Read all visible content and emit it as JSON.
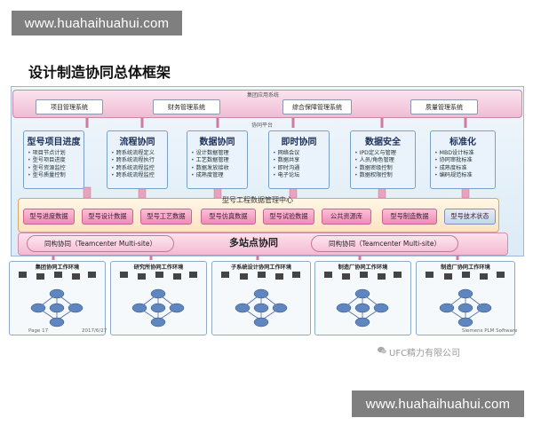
{
  "watermark": {
    "top": "www.huahaihuahui.com",
    "bottom": "www.huahaihuahui.com"
  },
  "title": "设计制造协同总体框架",
  "system_band": {
    "label": "集团应用系统",
    "buttons": [
      "项目管理系统",
      "财务管理系统",
      "综合保障管理系统",
      "质量管理系统"
    ]
  },
  "platform_label": "协同平台",
  "modules": [
    {
      "title": "型号项目进度",
      "items": [
        "项目节点计划",
        "型号项目进度",
        "型号资源监控",
        "型号质量控制"
      ]
    },
    {
      "title": "流程协同",
      "items": [
        "跨系统流程定义",
        "跨系统流程执行",
        "跨系统流程监控",
        "跨系统流程监控"
      ]
    },
    {
      "title": "数据协同",
      "items": [
        "设计数据管理",
        "工艺数据管理",
        "数据发放接收",
        "成熟度管理"
      ]
    },
    {
      "title": "即时协同",
      "items": [
        "网络会议",
        "数据共享",
        "即时沟通",
        "电子论坛"
      ]
    },
    {
      "title": "数据安全",
      "items": [
        "IPD定义与管理",
        "人员/角色管理",
        "数据密级控制",
        "数据权限控制"
      ]
    },
    {
      "title": "标准化",
      "items": [
        "MBD设计标准",
        "协同审批标准",
        "成熟度标准",
        "编码规范标准"
      ]
    }
  ],
  "data_center": {
    "title": "型号工程数据管理中心",
    "buttons": [
      "型号进度数据",
      "型号设计数据",
      "型号工艺数据",
      "型号仿真数据",
      "型号试验数据",
      "公共资源库",
      "型号制造数据"
    ],
    "side_label": "型号技术状态"
  },
  "multisite": {
    "left": "同构协同（Teamcenter Multi-site）",
    "center": "多站点协同",
    "right": "同构协同（Teamcenter Multi-site）"
  },
  "environments": [
    {
      "title": "集团协同工作环境"
    },
    {
      "title": "研究所协同工作环境"
    },
    {
      "title": "子系统设计协同工作环境"
    },
    {
      "title": "制造厂协同工作环境"
    },
    {
      "title": "制造厂协同工作环境"
    }
  ],
  "footer": {
    "page": "Page 17",
    "date": "2017/6/27",
    "copyright": "Siemens PLM Software",
    "company": "UFC精力有限公司"
  },
  "colors": {
    "pink": "#f4b9d1",
    "blue_panel": "#dcebf6",
    "orange_band": "#fde3c2",
    "arrow": "#d07aa0"
  }
}
